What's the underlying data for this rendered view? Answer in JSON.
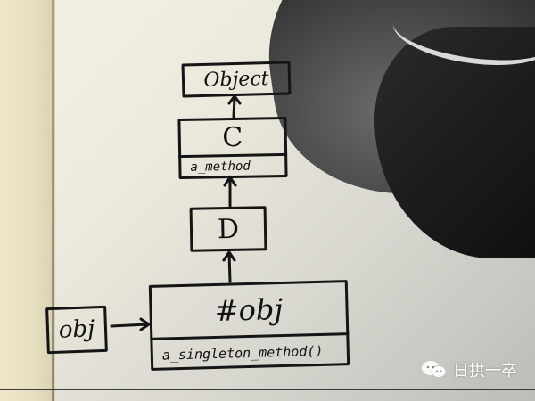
{
  "diagram": {
    "nodes": {
      "object": {
        "label": "Object"
      },
      "c": {
        "label": "C",
        "method": "a_method"
      },
      "d": {
        "label": "D"
      },
      "singleton": {
        "label": "#obj",
        "method": "a_singleton_method()"
      },
      "obj": {
        "label": "obj"
      }
    },
    "edges": [
      {
        "from": "c",
        "to": "object",
        "kind": "superclass"
      },
      {
        "from": "d",
        "to": "c",
        "kind": "superclass"
      },
      {
        "from": "singleton",
        "to": "d",
        "kind": "superclass"
      },
      {
        "from": "obj",
        "to": "singleton",
        "kind": "class-reference"
      }
    ]
  },
  "watermark": {
    "icon": "wechat-icon",
    "text": "日拱一卒"
  },
  "colors": {
    "ink": "#151515",
    "paper": "#ebe9dc",
    "shadow": "#151515"
  }
}
